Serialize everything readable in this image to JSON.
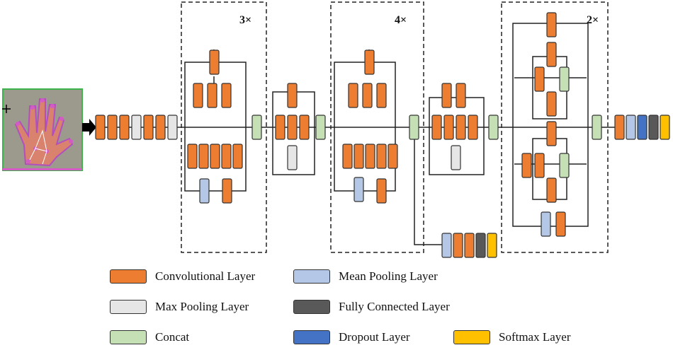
{
  "diagram": {
    "repeat_labels": [
      "3×",
      "4×",
      "2×"
    ],
    "colors": {
      "conv": "#ED7D31",
      "max_pool": "#E7E6E6",
      "concat": "#C5E0B4",
      "mean_pool": "#B4C7E7",
      "fully_connected": "#595959",
      "dropout": "#4472C4",
      "softmax": "#FFC000"
    }
  },
  "legend": [
    {
      "key": "conv",
      "label": "Convolutional Layer"
    },
    {
      "key": "mean_pool",
      "label": "Mean Pooling Layer"
    },
    {
      "key": "max_pool",
      "label": "Max Pooling Layer"
    },
    {
      "key": "fully_connected",
      "label": "Fully Connected Layer"
    },
    {
      "key": "concat",
      "label": "Concat"
    },
    {
      "key": "dropout",
      "label": "Dropout Layer"
    },
    {
      "key": "softmax",
      "label": "Softmax Layer"
    }
  ]
}
